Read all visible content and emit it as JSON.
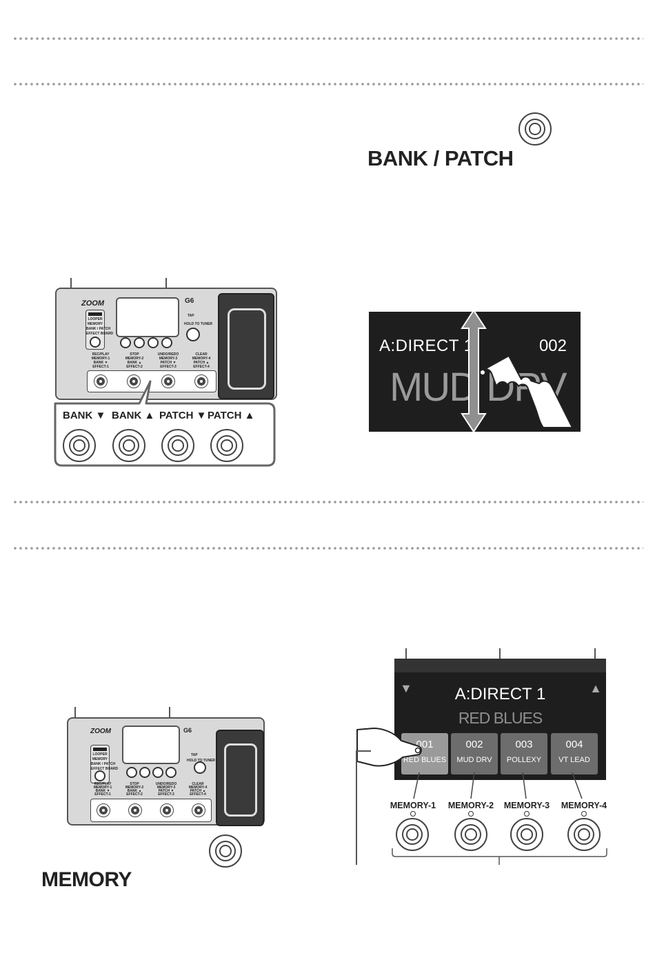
{
  "bank_patch_section": {
    "heading": "BANK / PATCH",
    "footswitch_labels": [
      "BANK ▼",
      "BANK ▲",
      "PATCH ▼",
      "PATCH ▲"
    ],
    "screen": {
      "bank_name": "A:DIRECT 1",
      "patch_number": "002",
      "patch_name": "MUD DRV"
    }
  },
  "memory_section": {
    "heading": "MEMORY",
    "screen": {
      "bank_name": "A:DIRECT 1",
      "patch_name": "RED BLUES",
      "down_arrow": "▼",
      "up_arrow": "▲",
      "tiles": [
        {
          "number": "001",
          "name": "RED BLUES"
        },
        {
          "number": "002",
          "name": "MUD DRV"
        },
        {
          "number": "003",
          "name": "POLLEXY"
        },
        {
          "number": "004",
          "name": "VT LEAD"
        }
      ]
    },
    "footswitch_labels": [
      "MEMORY-1",
      "MEMORY-2",
      "MEMORY-3",
      "MEMORY-4"
    ]
  },
  "device": {
    "brand": "ZOOM",
    "model": "G6",
    "mode_buttons": [
      "LOOPER",
      "MEMORY",
      "BANK / PATCH",
      "EFFECT BOARD"
    ],
    "tap_label": "TAP",
    "tuner_label": "HOLD TO TUNER",
    "switch_legends": [
      [
        "REC/PLAY",
        "MEMORY-1",
        "BANK ▼",
        "EFFECT-1"
      ],
      [
        "STOP",
        "MEMORY-2",
        "BANK ▲",
        "EFFECT-2"
      ],
      [
        "UNDO/REDO",
        "MEMORY-3",
        "PATCH ▼",
        "EFFECT-3"
      ],
      [
        "CLEAR",
        "MEMORY-4",
        "PATCH ▲",
        "EFFECT-4"
      ]
    ]
  },
  "colors": {
    "screen_bg": "#1e1e1e",
    "tile_bg": "#6d6d6d",
    "tile_selected_bg": "#9a9a9a",
    "text_dark": "#222222"
  }
}
